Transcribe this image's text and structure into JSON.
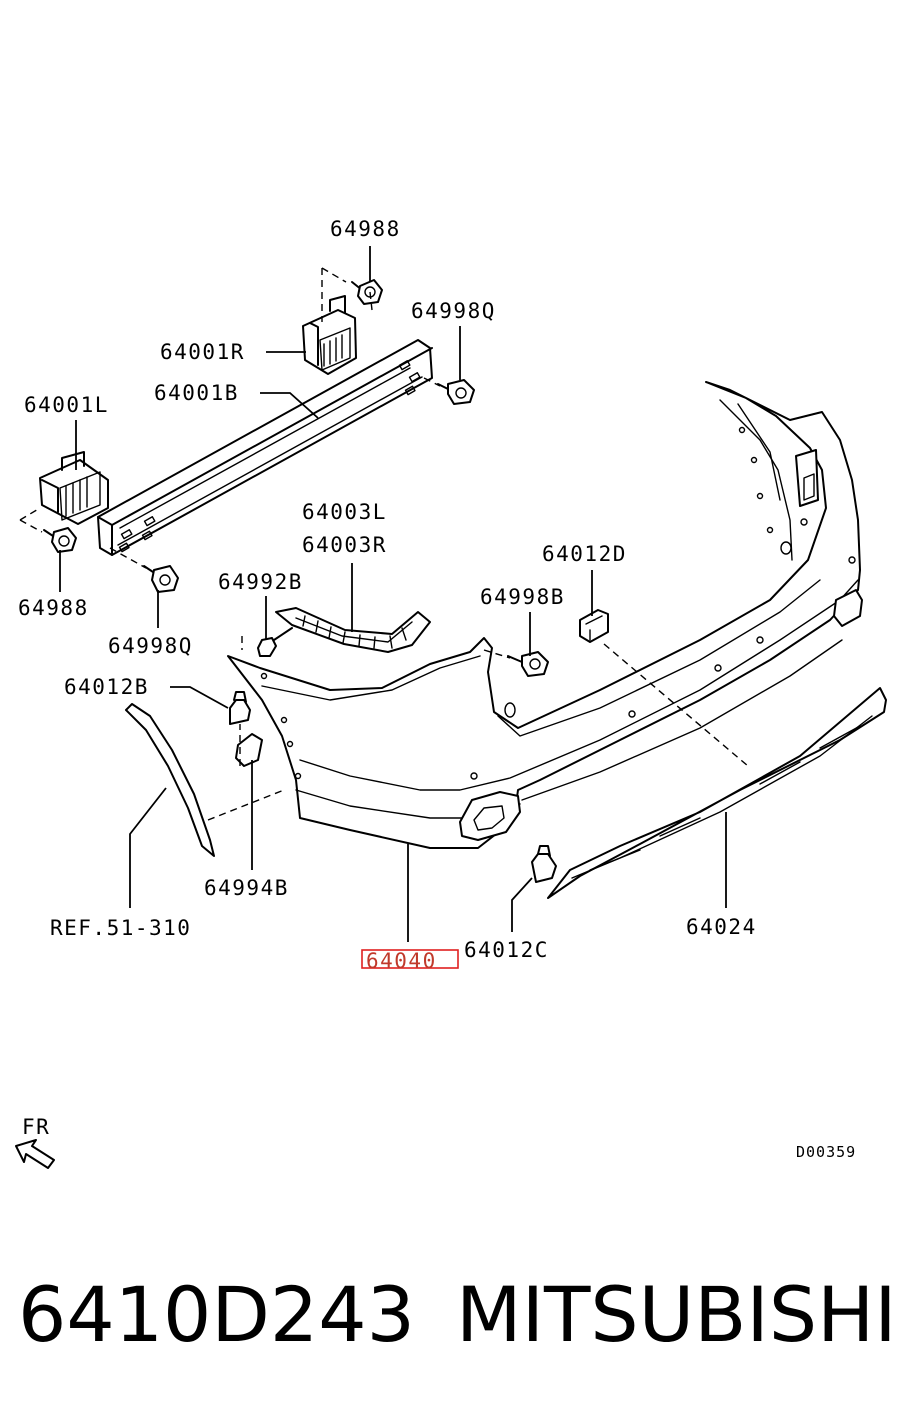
{
  "diagram": {
    "labels": {
      "l64988_top": "64988",
      "l64998q_top": "64998Q",
      "l64001r": "64001R",
      "l64001b": "64001B",
      "l64001l": "64001L",
      "l64988_left": "64988",
      "l64998q_left": "64998Q",
      "l64003l": "64003L",
      "l64003r": "64003R",
      "l64992b": "64992B",
      "l64012d": "64012D",
      "l64998b": "64998B",
      "l64012b": "64012B",
      "l64994b": "64994B",
      "ref": "REF.51-310",
      "l64040": "64040",
      "l64012c": "64012C",
      "l64024": "64024",
      "fr": "FR",
      "code": "D00359"
    },
    "highlight_color": "#e02020"
  },
  "caption": {
    "part_number": "6410D243",
    "brand": "MITSUBISHI"
  }
}
